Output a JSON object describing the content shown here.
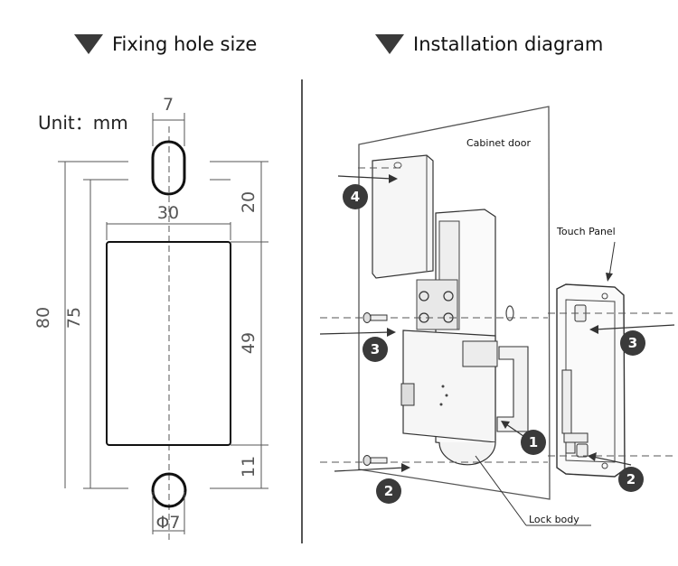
{
  "left_section": {
    "title": "Fixing hole size",
    "unit_label": "Unit：mm",
    "dimensions": {
      "slot_width": "7",
      "total_height": "80",
      "hole_spacing": "75",
      "cutout_width": "30",
      "top_offset": "20",
      "cutout_height": "49",
      "bottom_offset": "11",
      "hole_diameter": "Φ7"
    }
  },
  "right_section": {
    "title": "Installation diagram",
    "labels": {
      "cabinet_door": "Cabinet door",
      "touch_panel": "Touch Panel",
      "lock_body": "Lock body"
    },
    "steps": {
      "step1": "1",
      "step2_left": "2",
      "step2_right": "2",
      "step3_left": "3",
      "step3_right": "3",
      "step4": "4"
    }
  },
  "colors": {
    "line": "#555555",
    "badge": "#3a3a3a",
    "text": "#111111"
  }
}
